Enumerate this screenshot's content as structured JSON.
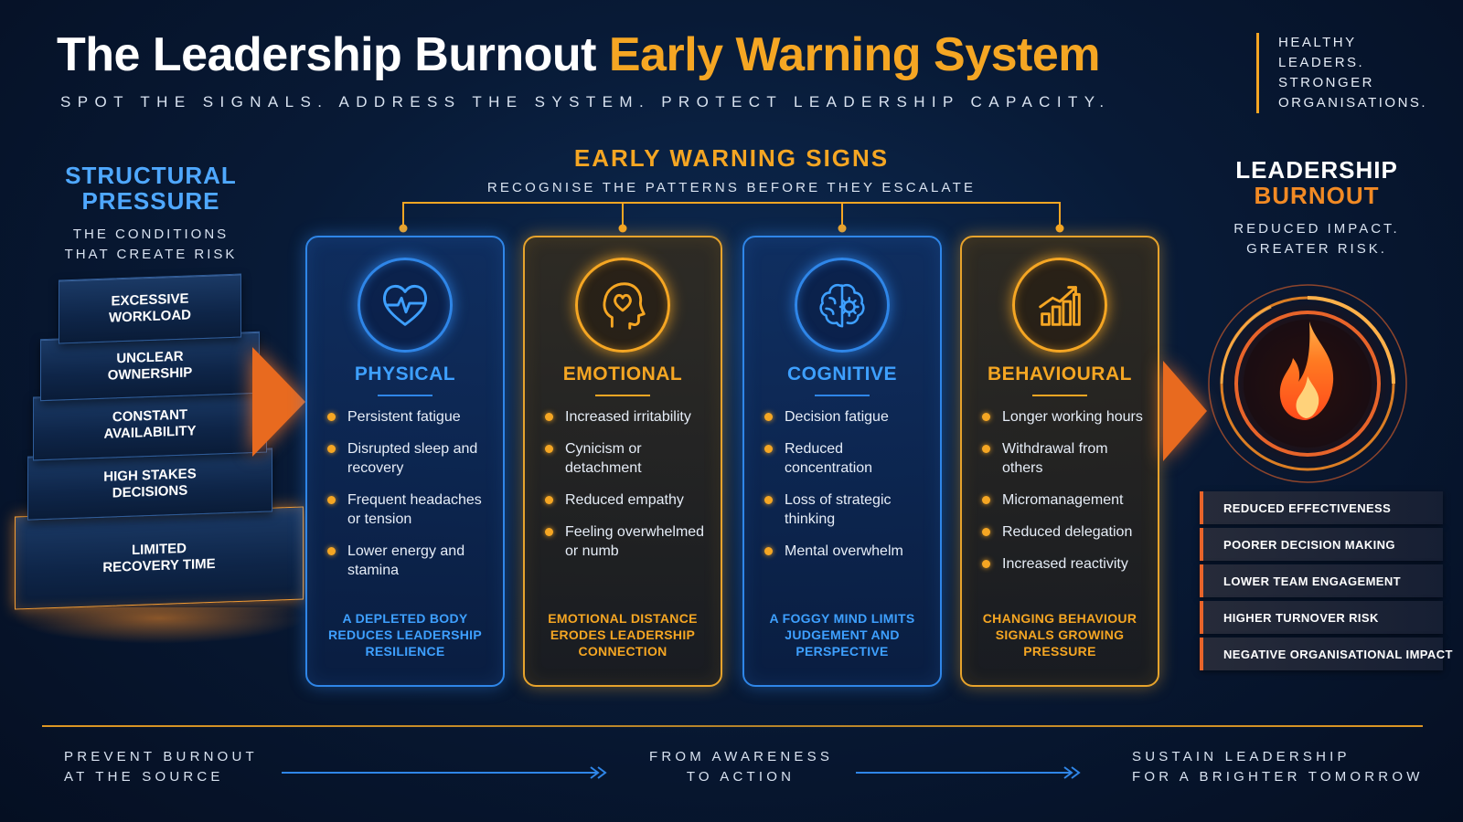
{
  "header": {
    "title_main": "The Leadership Burnout",
    "title_accent": "Early Warning System",
    "subtitle": "SPOT THE SIGNALS. ADDRESS THE SYSTEM. PROTECT LEADERSHIP CAPACITY.",
    "tagline": [
      "HEALTHY",
      "LEADERS.",
      "STRONGER",
      "ORGANISATIONS."
    ]
  },
  "structural": {
    "title_line1": "STRUCTURAL",
    "title_line2": "PRESSURE",
    "sub_line1": "THE CONDITIONS",
    "sub_line2": "THAT CREATE RISK",
    "layers": [
      {
        "l1": "EXCESSIVE",
        "l2": "WORKLOAD"
      },
      {
        "l1": "UNCLEAR",
        "l2": "OWNERSHIP"
      },
      {
        "l1": "CONSTANT",
        "l2": "AVAILABILITY"
      },
      {
        "l1": "HIGH STAKES",
        "l2": "DECISIONS"
      },
      {
        "l1": "LIMITED",
        "l2": "RECOVERY TIME"
      }
    ]
  },
  "signs": {
    "title": "EARLY WARNING SIGNS",
    "subtitle": "RECOGNISE THE PATTERNS BEFORE THEY ESCALATE",
    "cards": [
      {
        "title": "PHYSICAL",
        "icon": "heart-pulse-icon",
        "theme": "blue",
        "items": [
          "Persistent fatigue",
          "Disrupted sleep and recovery",
          "Frequent headaches or tension",
          "Lower energy and stamina"
        ],
        "foot": "A DEPLETED BODY REDUCES LEADERSHIP RESILIENCE"
      },
      {
        "title": "EMOTIONAL",
        "icon": "head-heart-icon",
        "theme": "amber",
        "items": [
          "Increased irritability",
          "Cynicism or detachment",
          "Reduced empathy",
          "Feeling overwhelmed or numb"
        ],
        "foot": "EMOTIONAL DISTANCE ERODES LEADERSHIP CONNECTION"
      },
      {
        "title": "COGNITIVE",
        "icon": "brain-gear-icon",
        "theme": "blue",
        "items": [
          "Decision fatigue",
          "Reduced concentration",
          "Loss of strategic thinking",
          "Mental overwhelm"
        ],
        "foot": "A FOGGY MIND LIMITS JUDGEMENT AND PERSPECTIVE"
      },
      {
        "title": "BEHAVIOURAL",
        "icon": "rising-chart-icon",
        "theme": "amber",
        "items": [
          "Longer working hours",
          "Withdrawal from others",
          "Micromanagement",
          "Reduced delegation",
          "Increased reactivity"
        ],
        "foot": "CHANGING BEHAVIOUR SIGNALS GROWING PRESSURE"
      }
    ]
  },
  "burnout": {
    "title_line1": "LEADERSHIP",
    "title_line2": "BURNOUT",
    "sub_line1": "REDUCED IMPACT.",
    "sub_line2": "GREATER RISK.",
    "icon": "flame-icon",
    "impacts": [
      "REDUCED EFFECTIVENESS",
      "POORER DECISION MAKING",
      "LOWER TEAM ENGAGEMENT",
      "HIGHER TURNOVER RISK",
      "NEGATIVE ORGANISATIONAL IMPACT"
    ]
  },
  "footer": {
    "step1_l1": "PREVENT BURNOUT",
    "step1_l2": "AT THE SOURCE",
    "step2_l1": "FROM AWARENESS",
    "step2_l2": "TO ACTION",
    "step3_l1": "SUSTAIN LEADERSHIP",
    "step3_l2": "FOR A BRIGHTER TOMORROW"
  },
  "colors": {
    "accent_orange": "#f5a623",
    "accent_blue": "#3ea0ff",
    "burn_red": "#e8642a",
    "background": "#081a36"
  }
}
